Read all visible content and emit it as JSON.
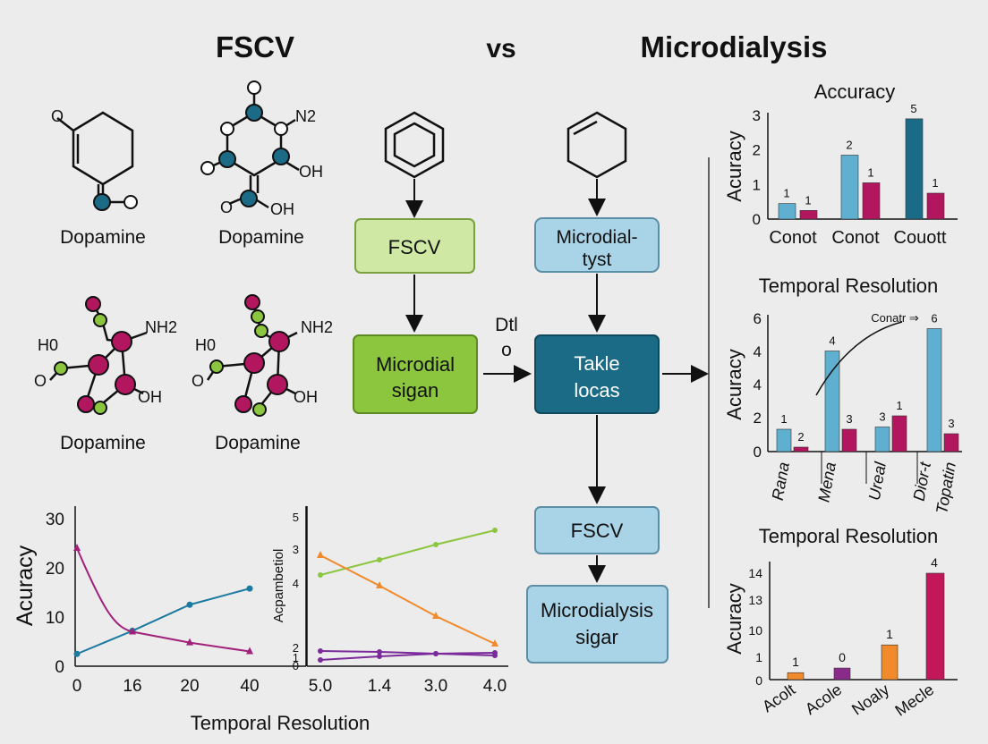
{
  "header": {
    "left": "FSCV",
    "middle": "vs",
    "right": "Microdialysis"
  },
  "molecules": {
    "labels": [
      "Dopamine",
      "Dopamine",
      "Dopamine",
      "Dopamine"
    ],
    "atoms": {
      "o": "O",
      "oh": "OH",
      "o_h": "O",
      "n2": "N2",
      "nh2": "NH2",
      "h0": "H0"
    }
  },
  "flow": {
    "box_fscv_top": "FSCV",
    "box_micro_top": [
      "Microdial-",
      "tyst"
    ],
    "box_micro_left": [
      "Microdial",
      "sigan"
    ],
    "box_center": [
      "Takle",
      "locas"
    ],
    "box_fscv_bottom": "FSCV",
    "box_micro_bottom": [
      "Microdialysis",
      "sigar"
    ],
    "arrow_label": [
      "Dtl",
      "o"
    ]
  },
  "colors": {
    "accent_teal": "#1b6b86",
    "green": "#8cc63f",
    "light_green": "#cfe8a4",
    "light_blue": "#a9d3e6",
    "magenta": "#b2165f",
    "purple": "#8a2a8a",
    "orange": "#f08a2a"
  },
  "chart_data": [
    {
      "type": "line",
      "ylabel": "Acuracy",
      "xlabel": "Temporal Resolution",
      "x_ticks": [
        "0",
        "16",
        "20",
        "40"
      ],
      "y_ticks": [
        "0",
        "10",
        "20",
        "30"
      ],
      "ylim": [
        0,
        30
      ],
      "series": [
        {
          "color": "#1b7aa0",
          "values": [
            2.5,
            7.2,
            12.5,
            15.8
          ]
        },
        {
          "color": "#a0207a",
          "values": [
            24,
            7,
            4.8,
            3
          ]
        }
      ]
    },
    {
      "type": "line",
      "ylabel": "Acpambetiol",
      "x_ticks": [
        "5.0",
        "1.4",
        "3.0",
        "4.0"
      ],
      "y_ticks": [
        "0",
        "1",
        "2",
        "4",
        "3",
        "5"
      ],
      "ylim": [
        0,
        5
      ],
      "series": [
        {
          "color": "#8cc63f",
          "values": [
            3.2,
            3.5,
            4.0,
            4.5
          ]
        },
        {
          "color": "#f08a2a",
          "values": [
            3.8,
            2.6,
            1.4,
            0.6
          ]
        },
        {
          "color": "#7a2a9a",
          "values": [
            0.7,
            0.68,
            0.62,
            0.65
          ]
        },
        {
          "color": "#7a2a9a",
          "values": [
            0.2,
            0.4,
            0.5,
            0.55
          ]
        }
      ]
    },
    {
      "type": "bar",
      "title": "Accuracy",
      "ylabel": "Acuracy",
      "ylim": [
        0,
        3
      ],
      "y_ticks": [
        "0",
        "1",
        "2",
        "3"
      ],
      "categories": [
        "Conot",
        "Conot",
        "Couott"
      ],
      "series": [
        {
          "color": "#5fb0d0",
          "values": [
            0.45,
            1.85,
            2.9
          ],
          "labels": [
            "1",
            "2",
            "5"
          ]
        },
        {
          "color": "#b2165f",
          "values": [
            0.25,
            1.05,
            0.75
          ],
          "labels": [
            "1",
            "1",
            "1"
          ]
        }
      ],
      "bar_colors_last": [
        "#1b6b86",
        "#b2165f"
      ]
    },
    {
      "type": "bar",
      "title": "Temporal Resolution",
      "ylabel": "Acuracy",
      "ylim": [
        0,
        6
      ],
      "y_ticks": [
        "0",
        "2",
        "4",
        "4",
        "6"
      ],
      "categories": [
        "Rana",
        "Mena",
        "Ureal",
        "Dior-t",
        "Topatin"
      ],
      "series": [
        {
          "color": "#5fb0d0",
          "values": [
            1.0,
            4.5,
            1.1,
            5.5
          ],
          "labels": [
            "1",
            "4",
            "3",
            "6"
          ]
        },
        {
          "color": "#b2165f",
          "values": [
            0.2,
            1.0,
            1.6,
            0.8
          ],
          "labels": [
            "2",
            "3",
            "1",
            "3"
          ]
        }
      ],
      "annotation": "Conatr ⇒"
    },
    {
      "type": "bar",
      "title": "Temporal Resolution",
      "ylabel": "Acuracy",
      "ylim": [
        0,
        14
      ],
      "y_ticks": [
        "0",
        "1",
        "10",
        "13",
        "14"
      ],
      "categories": [
        "Acolt",
        "Acole",
        "Noaly",
        "Mecle"
      ],
      "values": [
        0.3,
        0.5,
        1.5,
        4.6
      ],
      "labels": [
        "1",
        "0",
        "1",
        "4"
      ],
      "colors": [
        "#f08a2a",
        "#8a2a8a",
        "#f08a2a",
        "#c2185b"
      ]
    }
  ]
}
